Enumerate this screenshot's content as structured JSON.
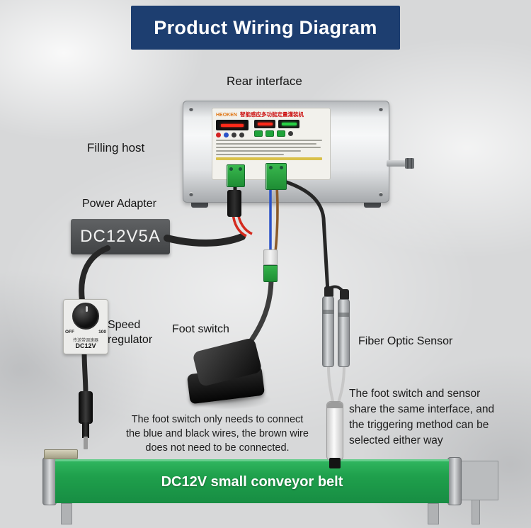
{
  "header": {
    "title": "Product Wiring Diagram"
  },
  "labels": {
    "rear_interface": "Rear interface",
    "filling_host": "Filling host",
    "power_adapter": "Power Adapter",
    "speed_regulator": "Speed regulator",
    "foot_switch": "Foot switch",
    "fiber_optic_sensor": "Fiber Optic Sensor"
  },
  "power_adapter": {
    "model": "DC12V5A"
  },
  "device_panel": {
    "brand": "HEOKEN",
    "title_cn": "智能感应多功能定量灌装机"
  },
  "speed_regulator": {
    "min_label": "OFF",
    "max_label": "100",
    "caption_cn": "传送带调速器",
    "voltage": "DC12V"
  },
  "notes": {
    "foot_switch_note": "The foot switch only needs to connect the blue and black wires, the brown wire does not need to be connected.",
    "sensor_note": "The foot switch and sensor share the same interface, and the triggering method can be selected either way"
  },
  "conveyor": {
    "label": "DC12V small conveyor belt"
  },
  "colors": {
    "header_bg": "#1d3e70",
    "conveyor_green": "#1fa04c",
    "adapter_box": "#4b4d4f",
    "wire_red": "#d42a1e",
    "wire_blue": "#2a52c8",
    "wire_brown": "#8a5a2a",
    "wire_black": "#262626",
    "terminal_green": "#2aa843"
  }
}
